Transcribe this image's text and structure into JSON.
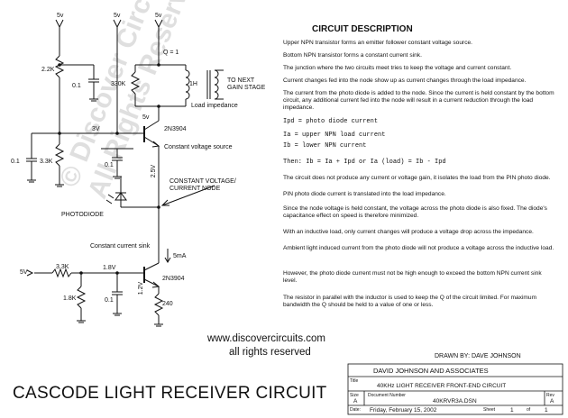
{
  "circuit": {
    "vcc_left": "5v",
    "vcc_mid": "5v",
    "vcc_right": "5v",
    "r_2_2k": "2.2K",
    "c_0_1_top": "0.1",
    "r_330k": "330K",
    "q_label": "Q = 1",
    "inductor": "1H",
    "to_next_line1": "TO NEXT",
    "to_next_line2": "GAIN STAGE",
    "load_impedance": "Load impedance",
    "v_5v_at_collector": "5v",
    "v_3v": "3V",
    "q_upper": "2N3904",
    "constant_voltage_source": "Constant voltage source",
    "c_0_1_left": "0.1",
    "r_3_3k_left": "3.3K",
    "c_0_1_mid": "0.1",
    "v_2_5v": "2.5V",
    "cv_node_line1": "CONSTANT VOLTAGE/",
    "cv_node_line2": "CURRENT NODE",
    "photodiode": "PHOTODIODE",
    "constant_current_sink": "Constant current sink",
    "v_in": "5V",
    "r_3_3k_bottom": "3.3K",
    "v_1_8v": "1.8V",
    "r_1_8k": "1.8K",
    "c_0_1_bottom": "0.1",
    "i_5ma": "5mA",
    "q_lower": "2N3904",
    "r_240": "240",
    "v_1_2v": "1.2V"
  },
  "description": {
    "title": "CIRCUIT DESCRIPTION",
    "p1": "Upper NPN transistor forms an emitter follower constant voltage source.",
    "p2": "Bottom NPN transistor forms a constant current sink.",
    "p3": "The junction where the two circuits meet tries to keep the voltage and current constant.",
    "p4": "Current changes fed into the node show up as current changes through the load impedance.",
    "p5": "The current from the photo diode is added to the node.  Since the current is held constant by the bottom circuit, any additional current fed into the node will result in a current reduction through the load impedance.",
    "eq1": "Ipd = photo diode current",
    "eq2": "Ia = upper NPN load current",
    "eq3": "Ib = lower NPN current",
    "eq4": "Then: Ib = Ia + Ipd  or Ia (load) = Ib - Ipd",
    "p6": "The circuit does not produce any current or voltage gain, it isolates the load from the PIN photo diode.",
    "p7": "PIN photo diode current is translated into the load impedance.",
    "p8": "Since the node voltage is held constant, the voltage across the photo diode is also fixed.  The diode's capacitance effect on speed is therefore minimized.",
    "p9": "With an inductive load, only current changes will produce a voltage drop across the impedance.",
    "p10": "Ambient light induced current from the photo diode will not produce a voltage across the inductive load.",
    "p11": "However, the photo diode current must not be high enough to exceed the bottom NPN current sink level.",
    "p12": "The resistor in parallel with the inductor is used to keep the Q of the circuit limited.  For maximum bandwidth the Q should be held to a value of one or less."
  },
  "footer": {
    "url": "www.discovercircuits.com",
    "rights": "all rights reserved",
    "drawn_by": "DRAWN BY: DAVE JOHNSON",
    "big_title": "CASCODE LIGHT RECEIVER CIRCUIT",
    "company": "DAVID JOHNSON AND ASSOCIATES",
    "title_label": "Title",
    "title_value": "40KHz LIGHT RECEIVER FRONT-END CIRCUIT",
    "size_label": "Size",
    "size_value": "A",
    "docnum_label": "Document Number",
    "docnum_value": "40KRVR3A.DSN",
    "rev_label": "Rev",
    "rev_value": "A",
    "date_label": "Date:",
    "date_value": "Friday, February 15, 2002",
    "sheet_label": "Sheet",
    "sheet_value": "1",
    "of_label": "of",
    "of_value": "1"
  },
  "watermark": {
    "line1": "© Discover Circuits.com",
    "line2": "All Rights Reserved"
  }
}
